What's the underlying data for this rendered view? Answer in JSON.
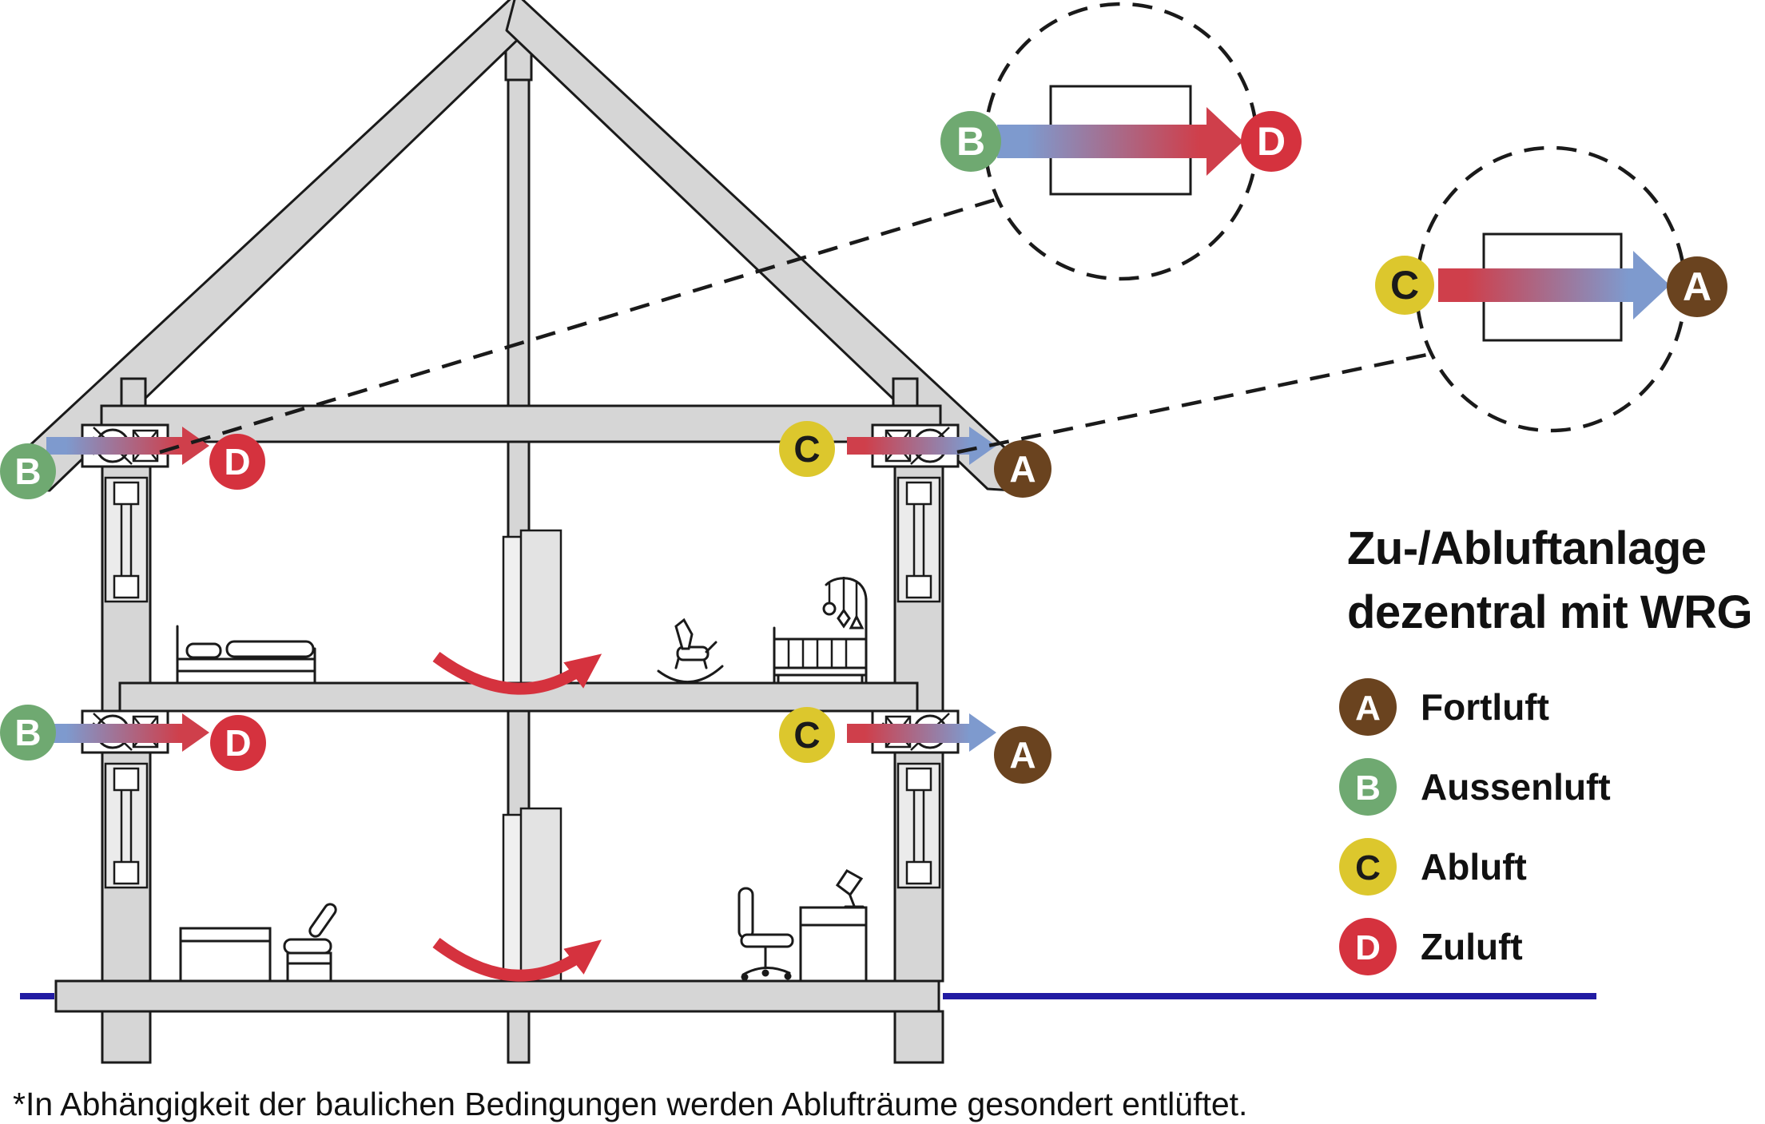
{
  "title": {
    "line1": "Zu-/Abluftanlage",
    "line2": "dezentral mit WRG"
  },
  "badges": {
    "a": {
      "letter": "A",
      "color": "#6a431f",
      "text_color": "#ffffff"
    },
    "b": {
      "letter": "B",
      "color": "#6fa971",
      "text_color": "#ffffff"
    },
    "c": {
      "letter": "C",
      "color": "#dcc72d",
      "text_color": "#1a1a1a"
    },
    "d": {
      "letter": "D",
      "color": "#d5323e",
      "text_color": "#ffffff"
    }
  },
  "legend": {
    "items": [
      {
        "letter": "A",
        "label": "Fortluft"
      },
      {
        "letter": "B",
        "label": "Aussenluft"
      },
      {
        "letter": "C",
        "label": "Abluft"
      },
      {
        "letter": "D",
        "label": "Zuluft"
      }
    ]
  },
  "footnote": "*In Abhängigkeit der baulichen Bedingungen werden Ablufträume gesondert entlüftet.",
  "colors": {
    "air_cold_blue": "#7e9ace",
    "air_warm_red": "#cf3f4b",
    "flow_red": "#d5323e",
    "ground_blue": "#221ca3"
  }
}
